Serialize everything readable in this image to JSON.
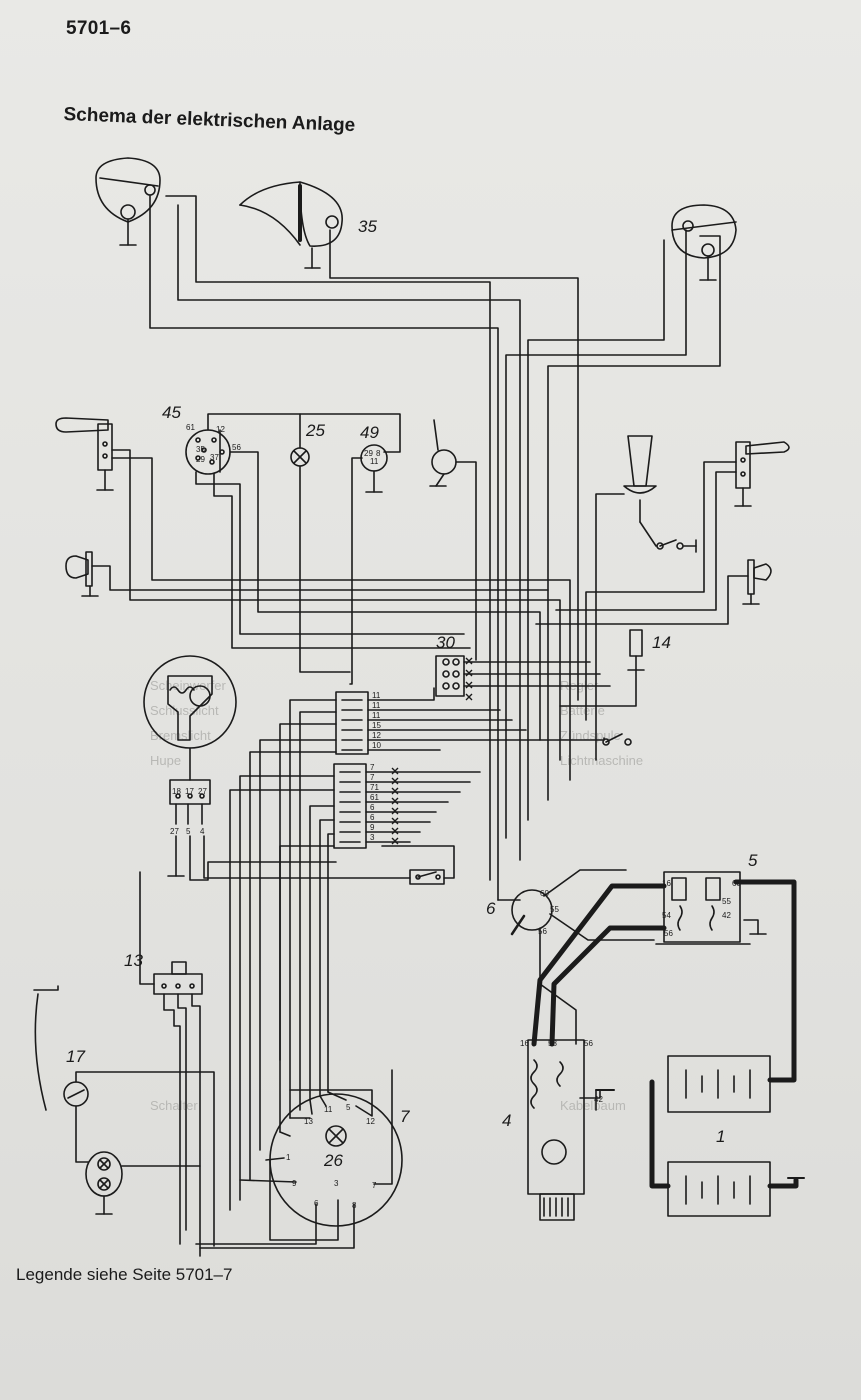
{
  "page": {
    "number": "5701–6",
    "title": "Schema der elektrischen Anlage",
    "footer": "Legende siehe Seite 5701–7"
  },
  "components": {
    "c35": "35",
    "c45": "45",
    "c25": "25",
    "c49": "49",
    "c30": "30",
    "c14": "14",
    "c5": "5",
    "c6": "6",
    "c13": "13",
    "c17": "17",
    "c7": "7",
    "c26": "26",
    "c4": "4",
    "c1": "1"
  },
  "terminals": {
    "block_upper": [
      "11",
      "11",
      "11",
      "15",
      "12",
      "10"
    ],
    "block_lower": [
      "7",
      "7",
      "71",
      "61",
      "6",
      "6",
      "9",
      "3"
    ],
    "ignition": [
      "18",
      "17",
      "27"
    ],
    "ignition_lower": [
      "27",
      "5",
      "4"
    ],
    "switch_6": [
      "60",
      "55",
      "56"
    ],
    "regulator": [
      "16",
      "60",
      "55",
      "54",
      "42",
      "56"
    ],
    "dynamo": [
      "16",
      "58",
      "56",
      "42"
    ],
    "switch_45": [
      "61",
      "12",
      "56",
      "35",
      "29",
      "37"
    ],
    "switch_49": [
      "29",
      "8",
      "11"
    ],
    "plug_26": [
      "11",
      "5",
      "12",
      "13",
      "1",
      "9",
      "6",
      "3",
      "8",
      "7"
    ]
  },
  "legend_ghost": [
    "Scheinwerfer",
    "Schlusslicht",
    "Bremslicht",
    "Hupe",
    "Regler",
    "Batterie",
    "Zündspule",
    "Lichtmaschine",
    "Schalter",
    "Kabelbaum"
  ],
  "colors": {
    "ink": "#1b1b1b",
    "paper": "#e6e6e3",
    "ghost": "#b4b4b1"
  }
}
